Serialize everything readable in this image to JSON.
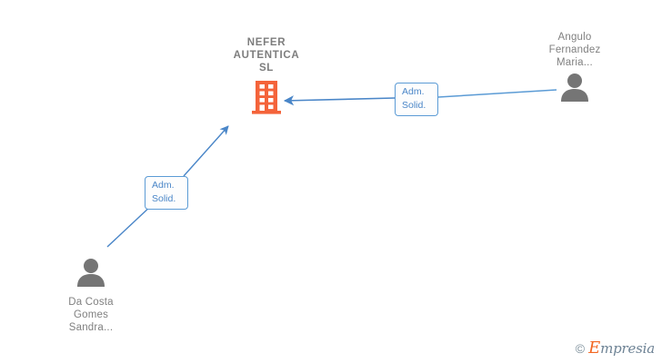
{
  "diagram": {
    "type": "corporate-relationship-graph",
    "background_color": "#ffffff",
    "company": {
      "name": "NEFER\nAUTENTICA\nSL",
      "icon": "building-icon",
      "icon_color": "#f4633a",
      "label_color": "#7d7d7d"
    },
    "people": [
      {
        "id": "person-right",
        "name": "Angulo\nFernandez\nMaria...",
        "icon": "person-icon",
        "icon_color": "#757575",
        "label_color": "#808080",
        "label_position": "above"
      },
      {
        "id": "person-left",
        "name": "Da Costa\nGomes\nSandra...",
        "icon": "person-icon",
        "icon_color": "#757575",
        "label_color": "#808080",
        "label_position": "below"
      }
    ],
    "edges": [
      {
        "id": "edge-right",
        "from": "person-right",
        "to": "company",
        "label": "Adm.\nSolid.",
        "color": "#4a86c8",
        "arrow": "to-company"
      },
      {
        "id": "edge-left",
        "from": "person-left",
        "to": "company",
        "label": "Adm.\nSolid.",
        "color": "#4a86c8",
        "arrow": "to-company"
      }
    ]
  },
  "watermark": {
    "copyright": "©",
    "brand_initial": "E",
    "brand_rest": "mpresia",
    "brand_color": "#6d8294",
    "initial_color": "#f26722"
  }
}
